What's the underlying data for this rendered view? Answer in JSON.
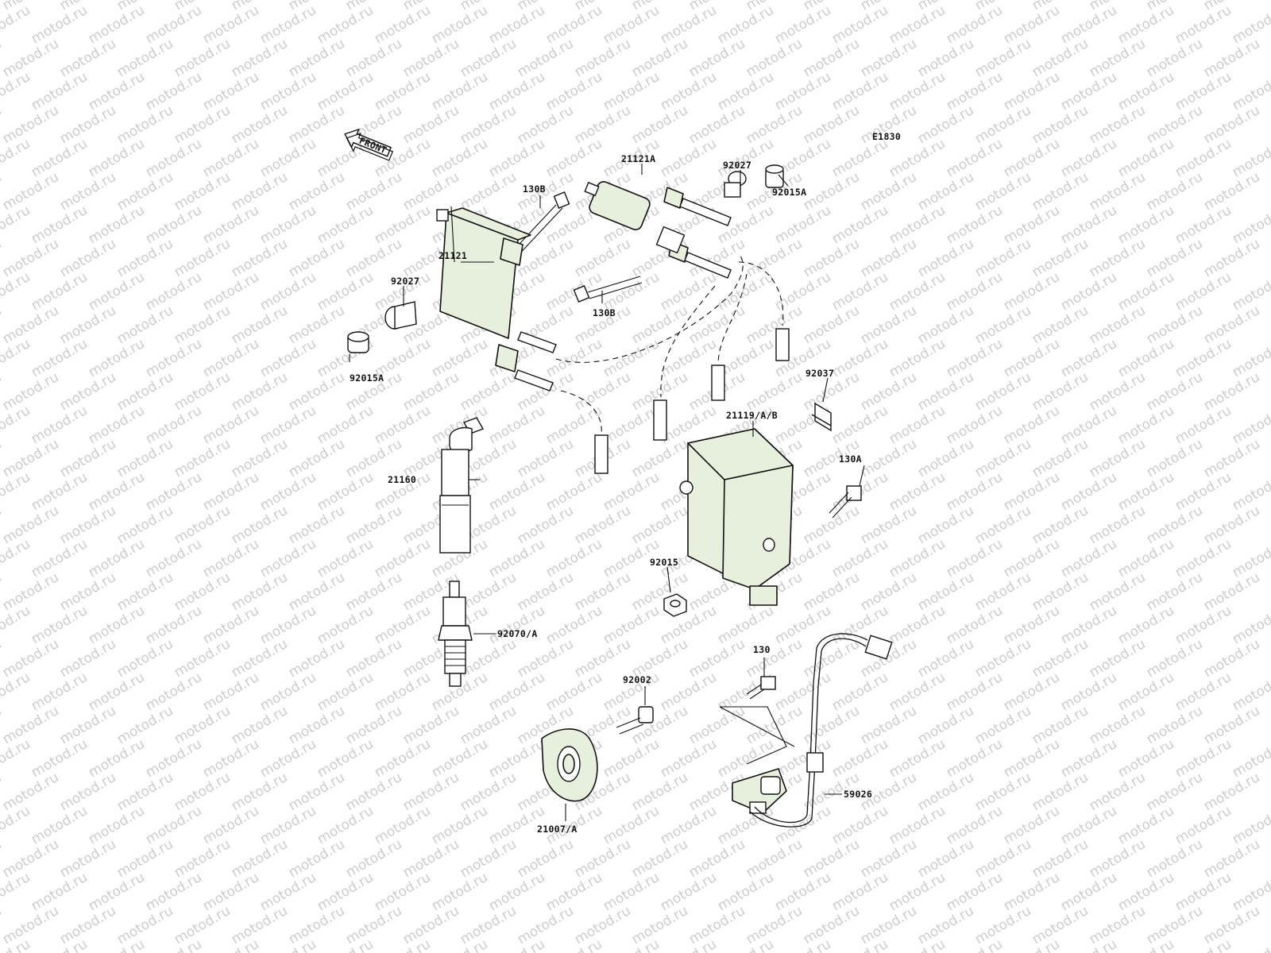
{
  "watermark": "motod.ru",
  "diagram_code": "E1830",
  "front_label": "FRONT",
  "part_labels": {
    "coil_a": "21121A",
    "coil": "21121",
    "bolt_b_top": "130B",
    "bolt_b_mid": "130B",
    "collar_top": "92027",
    "grommet_top": "92015A",
    "collar_left": "92027",
    "grommet_left": "92015A",
    "clamp": "92037",
    "igniter": "21119/A/B",
    "bolt_a": "130A",
    "cap": "21160",
    "nut": "92015",
    "spark_plug": "92070/A",
    "bolt": "130",
    "bolt_rotor": "92002",
    "pickup": "59026",
    "rotor": "21007/A"
  },
  "colors": {
    "part_fill": "#e6f0dc",
    "line": "#111111",
    "watermark": "#c4c4c4"
  }
}
